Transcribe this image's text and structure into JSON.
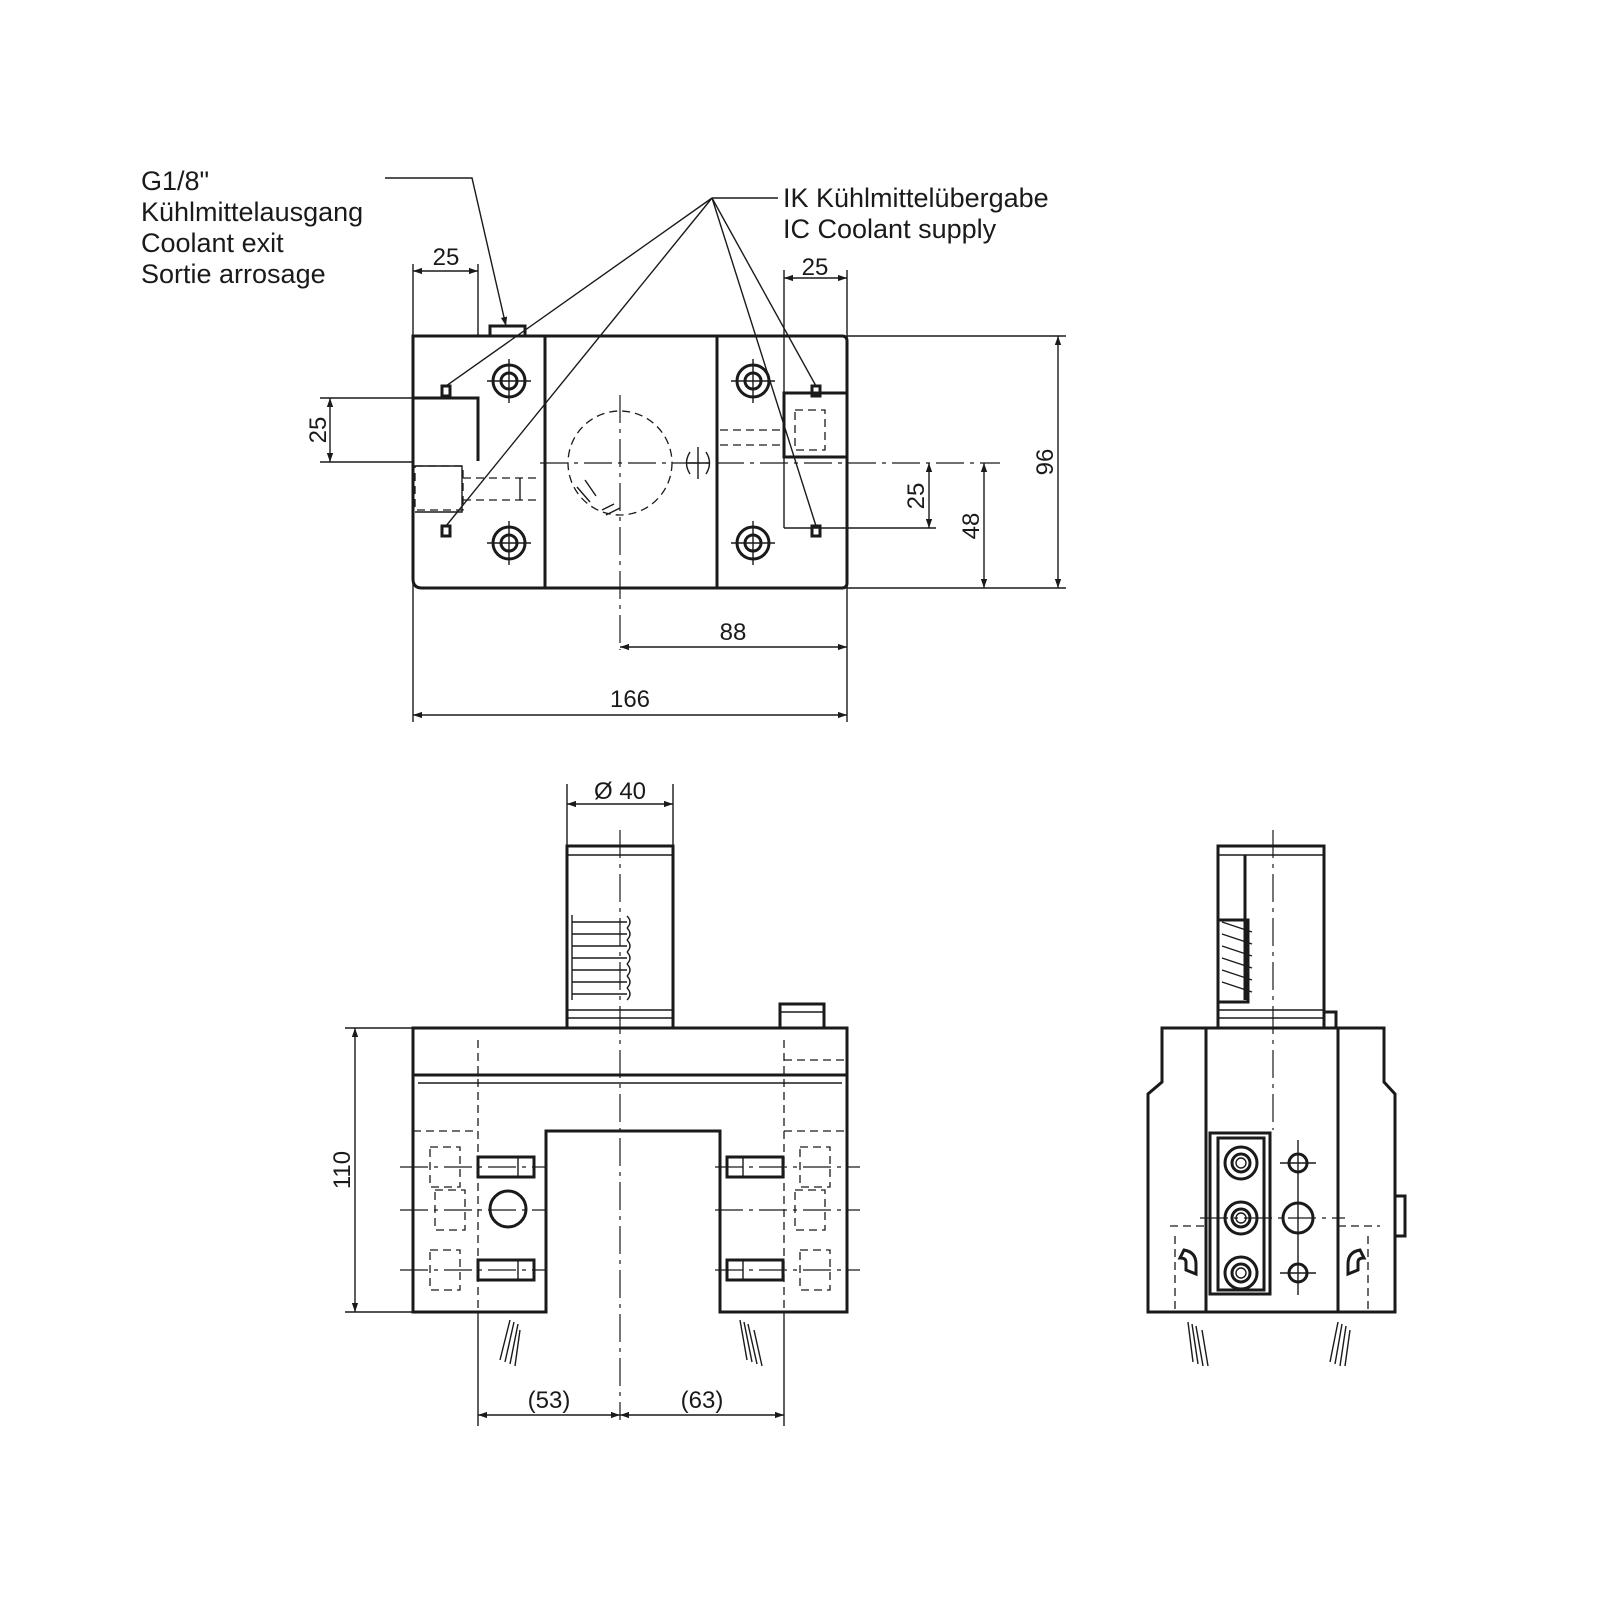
{
  "callouts": {
    "coolant_exit": [
      "G1/8\"",
      "Kühlmittelausgang",
      "Coolant exit",
      "Sortie arrosage"
    ],
    "coolant_supply": [
      "IK Kühlmittelübergabe",
      "IC Coolant supply"
    ]
  },
  "dimensions": {
    "top_left_width": "25",
    "top_right_width": "25",
    "left_shank_height": "25",
    "right_offset_height": "25",
    "half_height": "48",
    "total_height": "96",
    "center_to_right": "88",
    "total_width": "166",
    "shank_diameter": "Ø 40",
    "front_height": "110",
    "left_offset": "(53)",
    "right_offset": "(63)"
  }
}
